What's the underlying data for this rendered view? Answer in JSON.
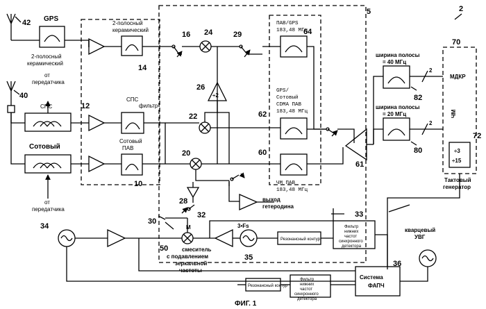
{
  "figure_caption": "ФИГ. 1",
  "labels": {
    "gps": "GPS",
    "cer2_left_1": "2-полосный",
    "cer2_left_2": "керамический",
    "from_tx_top_1": "от",
    "from_tx_top_2": "передатчика",
    "pcs": "СПС",
    "cellular": "Сотовый",
    "from_tx_bot_1": "от",
    "from_tx_bot_2": "передатчика",
    "cer2_mid_1": "2-полосный",
    "cer2_mid_2": "керамический",
    "pcs_filter_1": "СПС",
    "pcs_filter_2": "фильтр",
    "cell_saw_1": "Сотовый",
    "cell_saw_2": "ПАВ",
    "saw_gps_1": "ПАВ/GPS",
    "saw_gps_2": "183,48 МГц",
    "gps_cdma_1": "GPS/",
    "gps_cdma_2": "Сотовый",
    "gps_cdma_3": "CDMA ПАВ",
    "gps_cdma_4": "183,48 МГц",
    "fm_saw_1": "ЧМ ПАВ",
    "fm_saw_2": "183,48 МГц",
    "div2": "÷2",
    "lo_out_1": "выход",
    "lo_out_2": "гетеродина",
    "mixer_m": "M",
    "fs3": "3•Fs",
    "mixer_desc_1": "смеситель",
    "mixer_desc_2": "с подавлением",
    "mixer_desc_3": "зеркальной",
    "mixer_desc_4": "частоты",
    "res_contour": "Резонансный контур",
    "lpf_1": "Фильтр",
    "lpf_2": "нижних",
    "lpf_3": "частот",
    "lpf_4": "синхронного",
    "lpf_5": "детектора",
    "pll_1": "Система",
    "pll_2": "ФАПЧ",
    "xtal_1": "кварцевый",
    "xtal_2": "УВГ",
    "bw40_1": "ширина полосы",
    "bw40_2": "= 40 МГц",
    "bw20_1": "ширина полосы",
    "bw20_2": "= 20 МГц",
    "bus2_top": "2",
    "bus2_bot": "2",
    "mdkr": "МДКР",
    "fm": "ЧМ",
    "div3": "÷3",
    "div15": "÷15",
    "clock_1": "Тактовый",
    "clock_2": "генератор"
  },
  "refs": {
    "r2": "2",
    "r5": "5",
    "r10": "10",
    "r12": "12",
    "r14": "14",
    "r16": "16",
    "r20": "20",
    "r22": "22",
    "r24": "24",
    "r26": "26",
    "r28": "28",
    "r29": "29",
    "r30": "30",
    "r32": "32",
    "r33": "33",
    "r34": "34",
    "r35": "35",
    "r36": "36",
    "r40": "40",
    "r42": "42",
    "r50": "50",
    "r60": "60",
    "r61": "61",
    "r62": "62",
    "r64": "64",
    "r70": "70",
    "r72": "72",
    "r80": "80",
    "r82": "82"
  }
}
